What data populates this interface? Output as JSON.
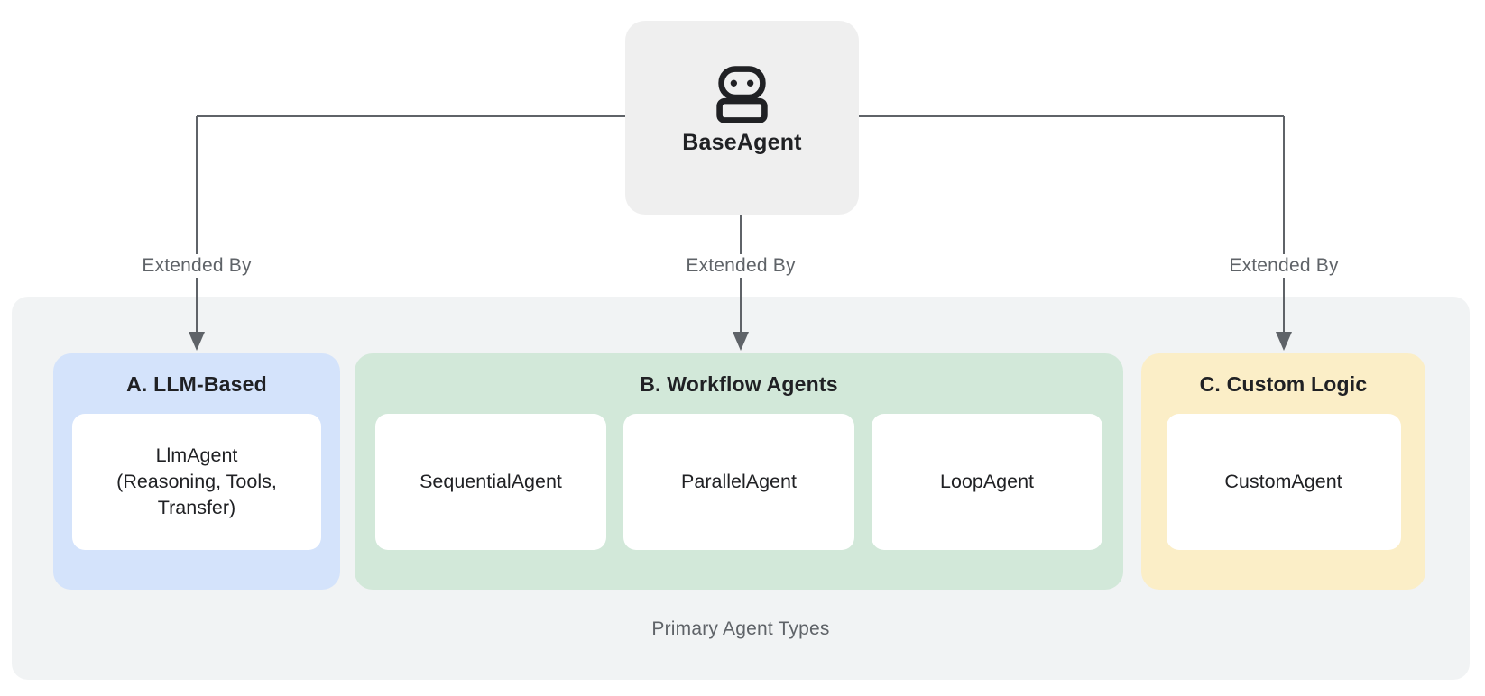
{
  "diagram": {
    "root_node": {
      "label": "BaseAgent",
      "icon": "robot-icon",
      "color": "#efefef"
    },
    "edge_labels": [
      "Extended By",
      "Extended By",
      "Extended By"
    ],
    "group": {
      "caption": "Primary Agent Types",
      "background": "#f1f3f4",
      "sections": [
        {
          "title": "A. LLM-Based",
          "color": "#d4e3fb",
          "cards": [
            {
              "lines": [
                "LlmAgent",
                "(Reasoning, Tools,",
                "Transfer)"
              ]
            }
          ]
        },
        {
          "title": "B. Workflow Agents",
          "color": "#d2e8d9",
          "cards": [
            {
              "lines": [
                "SequentialAgent"
              ]
            },
            {
              "lines": [
                "ParallelAgent"
              ]
            },
            {
              "lines": [
                "LoopAgent"
              ]
            }
          ]
        },
        {
          "title": "C. Custom Logic",
          "color": "#fbeec7",
          "cards": [
            {
              "lines": [
                "CustomAgent"
              ]
            }
          ]
        }
      ]
    },
    "colors": {
      "connector": "#5f6368",
      "text_primary": "#202124",
      "text_secondary": "#5f6368",
      "card_background": "#ffffff"
    }
  }
}
